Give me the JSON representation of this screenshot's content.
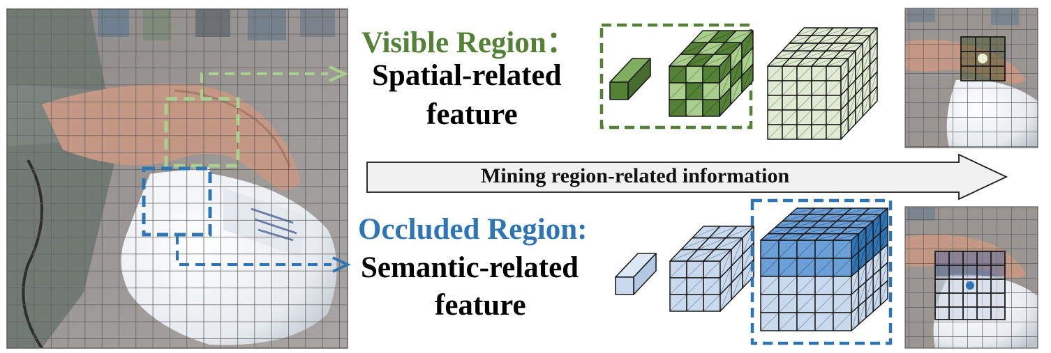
{
  "visible": {
    "title": "Visible Region：",
    "feature_line1": "Spatial-related",
    "feature_line2": "feature",
    "color": "#538135",
    "light": "#dfecd3",
    "mid": "#a9cf8c"
  },
  "occluded": {
    "title": "Occluded Region:",
    "feature_line1": "Semantic-related",
    "feature_line2": "feature",
    "color": "#2e75b6",
    "light": "#c9daef",
    "mid": "#6a9fd8"
  },
  "arrow": {
    "label": "Mining region-related information"
  },
  "photo": {
    "background": "#8f8a86"
  },
  "icons": [
    "photo-hand-bottle",
    "feature-cube",
    "dashed-arrow"
  ]
}
